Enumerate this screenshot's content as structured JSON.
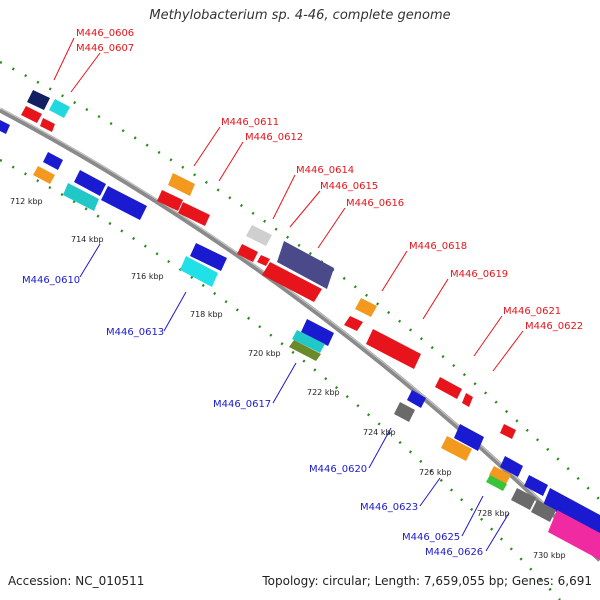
{
  "title": "Methylobacterium sp. 4-46, complete genome",
  "footer": {
    "accession": "Accession: NC_010511",
    "summary": "Topology: circular; Length: 7,659,055 bp; Genes: 6,691"
  },
  "colors": {
    "forward_label": "#e8141b",
    "reverse_label": "#1a1ad0",
    "backbone": "#8a8a8a",
    "ticks": "#2a8a1a"
  },
  "kbp_marks": [
    "712 kbp",
    "714 kbp",
    "716 kbp",
    "718 kbp",
    "720 kbp",
    "722 kbp",
    "724 kbp",
    "726 kbp",
    "728 kbp",
    "730 kbp"
  ],
  "forward_genes": [
    "M446_0606",
    "M446_0607",
    "M446_0611",
    "M446_0612",
    "M446_0614",
    "M446_0615",
    "M446_0616",
    "M446_0618",
    "M446_0619",
    "M446_0621",
    "M446_0622"
  ],
  "reverse_genes": [
    "M446_0610",
    "M446_0613",
    "M446_0617",
    "M446_0620",
    "M446_0623",
    "M446_0625",
    "M446_0626"
  ]
}
